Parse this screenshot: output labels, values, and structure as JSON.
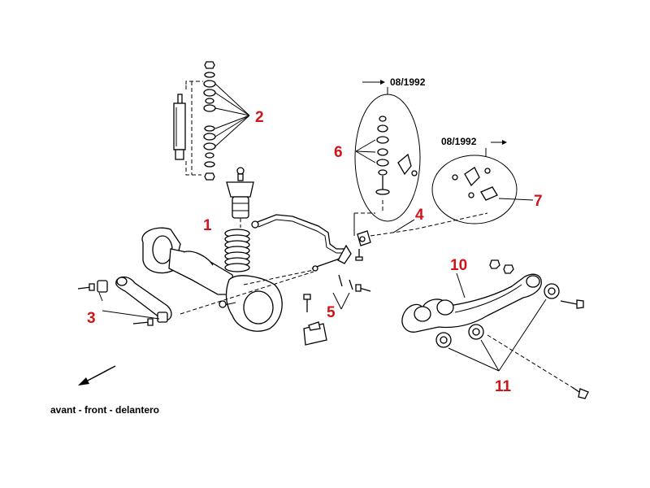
{
  "callouts": {
    "n1": "1",
    "n2": "2",
    "n3": "3",
    "n4": "4",
    "n5": "5",
    "n6": "6",
    "n7": "7",
    "n10": "10",
    "n11": "11"
  },
  "variants": {
    "before": "08/1992",
    "after": "08/1992"
  },
  "caption": "avant - front - delantero",
  "colors": {
    "callout": "#d0141a",
    "line": "#000000",
    "background": "#ffffff"
  }
}
